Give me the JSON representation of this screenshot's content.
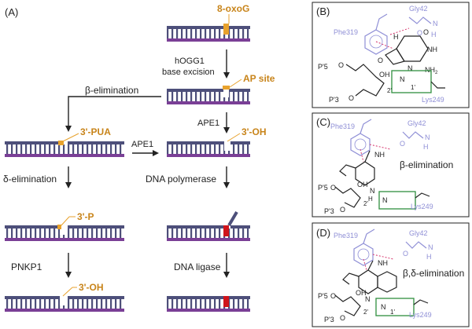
{
  "panel_a": {
    "label": "(A)",
    "lesion_label": "8-oxoG",
    "excision_line1": "hOGG1",
    "excision_line2": "base excision",
    "ap_site_label": "AP site",
    "beta_elim_label": "β-elimination",
    "pua_label": "3'-PUA",
    "ape1_top": "APE1",
    "oh_label_mid": "3'-OH",
    "ape1_arrow": "APE1",
    "delta_elim_label": "δ-elimination",
    "p_label": "3'-P",
    "polymerase_label": "DNA polymerase",
    "pnkp1_label": "PNKP1",
    "oh_label_bottom": "3'-OH",
    "ligase_label": "DNA ligase"
  },
  "panel_b": {
    "label": "(B)",
    "phe": "Phe319",
    "gly": "Gly42",
    "lys": "Lys249",
    "p5": "P'5",
    "p3": "P'3",
    "o": "O",
    "oh": "OH",
    "n": "N",
    "nh": "NH",
    "nh2": "NH",
    "nh2_sub": "2",
    "h": "H",
    "c1": "1'",
    "c2": "2'"
  },
  "panel_c": {
    "label": "(C)",
    "phe": "Phe319",
    "gly": "Gly42",
    "lys": "Lys249",
    "title": "β-elimination",
    "p5": "P'5",
    "p3": "P'3",
    "o": "O",
    "oh": "OH",
    "n": "N",
    "nh": "NH",
    "h": "H",
    "c2": "2'"
  },
  "panel_d": {
    "label": "(D)",
    "phe": "Phe319",
    "gly": "Gly42",
    "lys": "Lys249",
    "title": "β,δ-elimination",
    "p5": "P'5",
    "p3": "P'3",
    "o": "O",
    "oh": "OH",
    "n": "N",
    "nh": "NH",
    "h": "H",
    "c1": "1'",
    "c2": "2'"
  },
  "colors": {
    "strand_purple": "#7a3f96",
    "strand_slate": "#4d4f7a",
    "lesion_orange": "#e8a22d",
    "label_orange": "#c8841a",
    "repair_red": "#d0141b",
    "residue_blue": "#8f8fd6",
    "box_green": "#2f8f3f",
    "pink_dash": "#d6336c"
  }
}
